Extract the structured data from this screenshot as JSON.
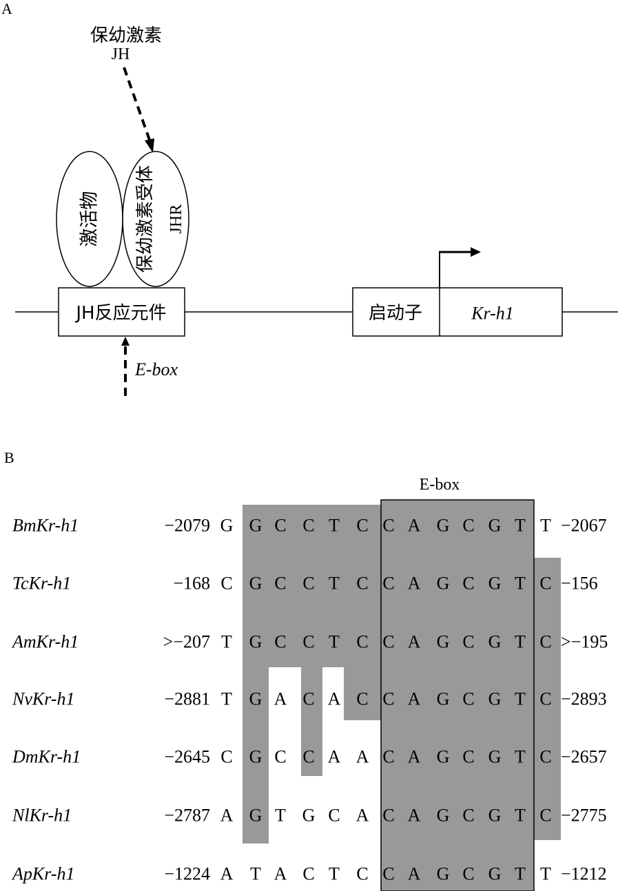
{
  "panel_a": {
    "label": "A",
    "hormone": {
      "name_zh": "保幼激素",
      "abbr": "JH"
    },
    "activator_label": "激活物",
    "receptor": {
      "name_zh": "保幼激素受体",
      "abbr": "JHR"
    },
    "response_element_label": "JH反应元件",
    "promoter_label": "启动子",
    "gene_label": "Kr-h1",
    "ebox_label": "E-box"
  },
  "panel_b": {
    "label": "B",
    "ebox_box_label": "E-box",
    "rows": [
      {
        "name": "BmKr-h1",
        "start": "−2079",
        "bases": [
          "G",
          "G",
          "C",
          "C",
          "T",
          "C",
          "C",
          "A",
          "G",
          "C",
          "G",
          "T",
          "T"
        ],
        "end": "−2067"
      },
      {
        "name": "TcKr-h1",
        "start": "−168",
        "bases": [
          "C",
          "G",
          "C",
          "C",
          "T",
          "C",
          "C",
          "A",
          "G",
          "C",
          "G",
          "T",
          "C"
        ],
        "end": "−156"
      },
      {
        "name": "AmKr-h1",
        "start": ">−207",
        "bases": [
          "T",
          "G",
          "C",
          "C",
          "T",
          "C",
          "C",
          "A",
          "G",
          "C",
          "G",
          "T",
          "C"
        ],
        "end": ">−195"
      },
      {
        "name": "NvKr-h1",
        "start": "−2881",
        "bases": [
          "T",
          "G",
          "A",
          "C",
          "A",
          "C",
          "C",
          "A",
          "G",
          "C",
          "G",
          "T",
          "C"
        ],
        "end": "−2893"
      },
      {
        "name": "DmKr-h1",
        "start": "−2645",
        "bases": [
          "C",
          "G",
          "C",
          "C",
          "A",
          "A",
          "C",
          "A",
          "G",
          "C",
          "G",
          "T",
          "C"
        ],
        "end": "−2657"
      },
      {
        "name": "NlKr-h1",
        "start": "−2787",
        "bases": [
          "A",
          "G",
          "T",
          "G",
          "C",
          "A",
          "C",
          "A",
          "G",
          "C",
          "G",
          "T",
          "C"
        ],
        "end": "−2775"
      },
      {
        "name": "ApKr-h1",
        "start": "−1224",
        "bases": [
          "A",
          "T",
          "A",
          "C",
          "T",
          "C",
          "C",
          "A",
          "G",
          "C",
          "G",
          "T",
          "T"
        ],
        "end": "−1212"
      }
    ],
    "shade_color": "#999999"
  }
}
